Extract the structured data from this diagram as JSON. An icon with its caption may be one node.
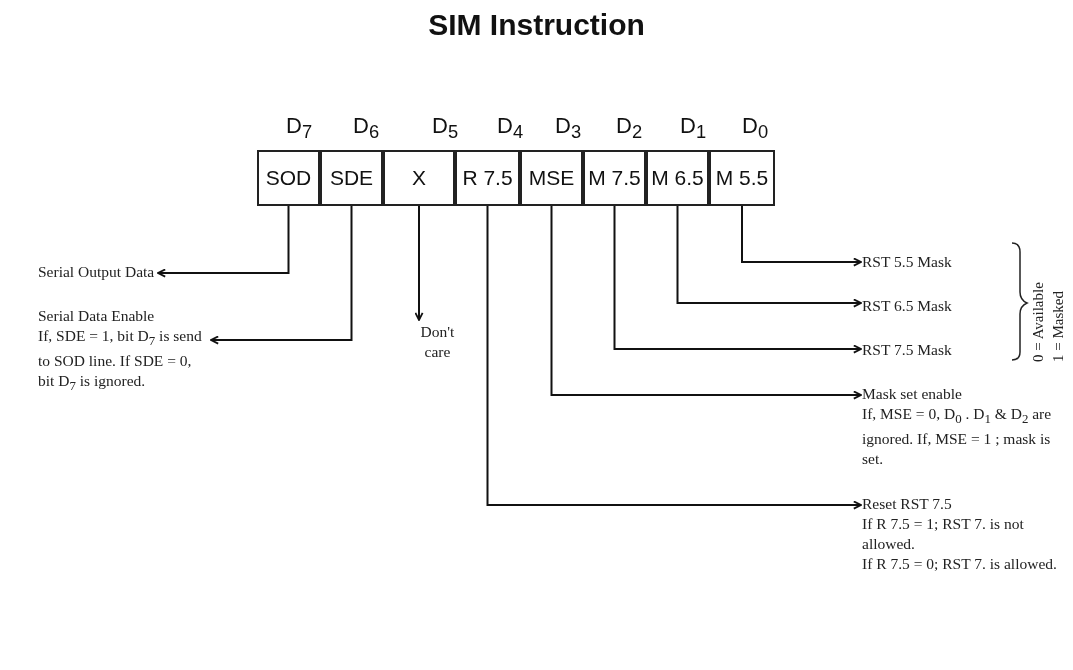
{
  "diagram": {
    "title": "SIM Instruction",
    "nodes": [
      {
        "text": [
          "SOD"
        ],
        "beside": [
          "D$_{7}$"
        ]
      },
      {
        "text": [
          "SDE"
        ],
        "beside": [
          "D$_{6}$"
        ]
      },
      {
        "text": [
          "X"
        ],
        "beside": [
          "D$_{5}$"
        ]
      },
      {
        "text": [
          "R 7.5"
        ],
        "beside": [
          "D$_{4}$"
        ]
      },
      {
        "text": [
          "MSE"
        ],
        "beside": [
          "D$_{3}$"
        ]
      },
      {
        "text": [
          "M 7.5"
        ],
        "beside": [
          "D$_{2}$"
        ]
      },
      {
        "text": [
          "M 6.5"
        ],
        "beside": [
          "D$_{1}$"
        ]
      },
      {
        "text": [
          "M 5.5"
        ],
        "beside": [
          "D$_{0}$"
        ]
      },
      {
        "text": [
          "Serial Output Data"
        ]
      },
      {
        "text": [
          "Serial Data Enable",
          "If, SDE = 1, bit D$_{7}$ is send to SOD line. If SDE = 0, bit D$_{7}$ is ignored."
        ]
      },
      {
        "text": [
          "Don't care"
        ]
      },
      {
        "text": [
          "RST 5.5 Mask"
        ]
      },
      {
        "text": [
          "RST 6.5 Mask"
        ]
      },
      {
        "text": [
          "RST 7.5 Mask"
        ]
      },
      {
        "text": [
          "Mask set enable",
          "If, MSE = 0, D$_{0}$ . D$_{1}$ & D$_{2}$ are ignored. If, MSE = 1 ; mask is set."
        ]
      },
      {
        "text": [
          "Reset RST 7.5",
          "If R 7.5 = 1; RST 7. is not allowed.",
          "If R 7.5 = 0; RST 7. is allowed."
        ]
      }
    ],
    "edges": [
      {
        "from": 0,
        "to": 8,
        "arrow": "to"
      },
      {
        "from": 1,
        "to": 9,
        "arrow": "to"
      },
      {
        "from": 2,
        "to": 10,
        "arrow": "to"
      },
      {
        "from": 7,
        "to": 11,
        "arrow": "to"
      },
      {
        "from": 6,
        "to": 12,
        "arrow": "to"
      },
      {
        "from": 5,
        "to": 13,
        "arrow": "to"
      },
      {
        "from": 4,
        "to": 14,
        "arrow": "to"
      },
      {
        "from": 3,
        "to": 15,
        "arrow": "to"
      }
    ],
    "labels": [
      "0 = Available",
      "1 = Masked"
    ]
  }
}
